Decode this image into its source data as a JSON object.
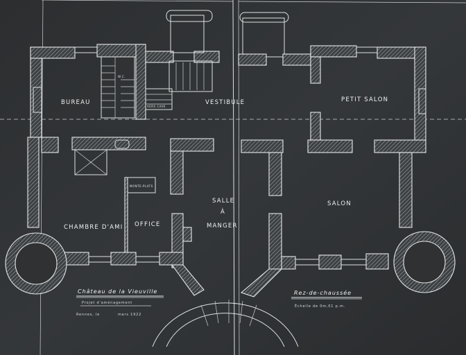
{
  "plan": {
    "title": "Château de la Vieuville",
    "subtitle": "Projet d'aménagement",
    "date_prefix": "Rennes, le",
    "date_suffix": "mars 1922",
    "level": "Rez-de-chaussée",
    "scale": "Échelle de 0m,01 p.m.",
    "rooms": {
      "bureau": "BUREAU",
      "wc": "W.C.",
      "vestibule": "VESTIBULE",
      "petit_salon": "PETIT SALON",
      "salle_line1": "SALLE",
      "salle_line2": "À",
      "salle_line3": "MANGER",
      "salon": "SALON",
      "chambre": "CHAMBRE D'AMI",
      "office": "OFFICE"
    },
    "small_labels": {
      "vers_cave": "VERS CAVE",
      "monte_plats": "MONTE-PLATS"
    }
  },
  "colors": {
    "paper": "#2f3133",
    "ink": "#e6e8e8"
  }
}
